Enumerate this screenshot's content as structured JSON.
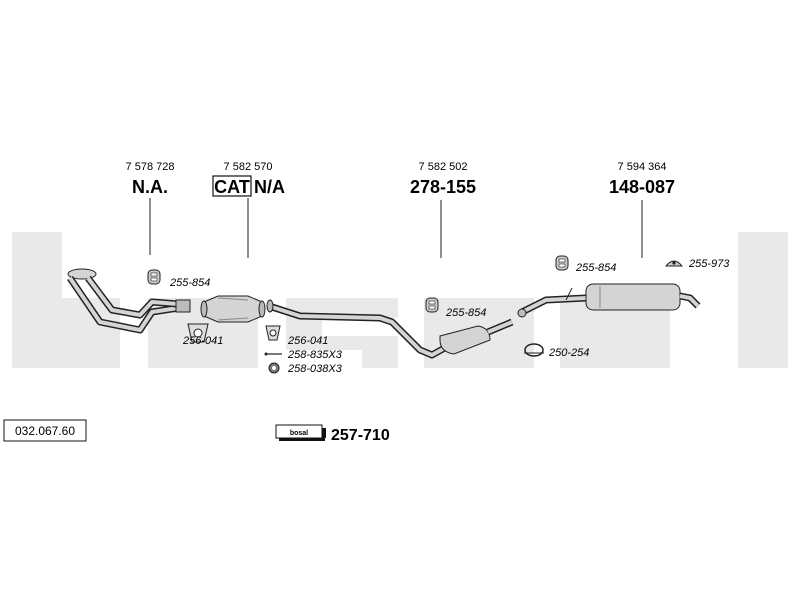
{
  "diagram_code": "032.067.60",
  "watermark_brand": "bosal",
  "parts": [
    {
      "id": "front-pipe",
      "oem": "7 578 728",
      "number": "N.A."
    },
    {
      "id": "catalyst",
      "oem": "7 582 570",
      "cat_label": "CAT",
      "number": "N/A"
    },
    {
      "id": "center-muffler",
      "oem": "7 582 502",
      "number": "278-155"
    },
    {
      "id": "rear-muffler",
      "oem": "7 594 364",
      "number": "148-087"
    }
  ],
  "fittings": {
    "f1": "255-854",
    "f2": "256-041",
    "f3": "256-041",
    "f4": "258-835X3",
    "f5": "258-038X3",
    "f6": "255-854",
    "f7": "255-854",
    "f8": "255-973",
    "f9": "250-254"
  },
  "kit": {
    "badge": "bosal",
    "number": "257-710"
  },
  "colors": {
    "watermark": "#e9e9e9",
    "line": "#222222",
    "part_fill": "#d4d4d4"
  }
}
